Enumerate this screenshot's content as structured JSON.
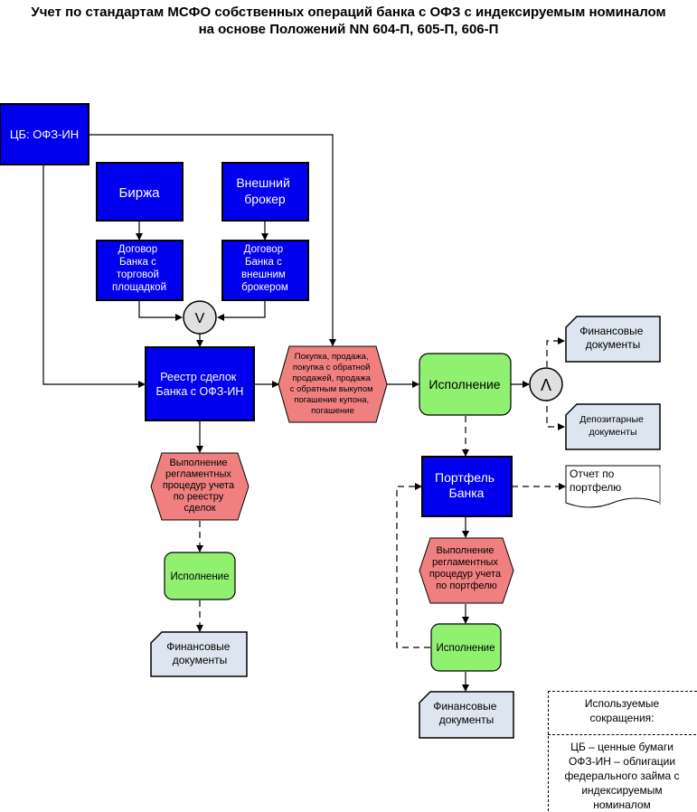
{
  "title": {
    "line1": "Учет по стандартам МСФО собственных операций банка с ОФЗ с индексируемым номиналом",
    "line2": "на основе Положений NN 604-П, 605-П, 606-П"
  },
  "nodes": {
    "cb_ofz": "ЦБ: ОФЗ-ИН",
    "exchange": "Биржа",
    "broker": [
      "Внешний",
      "брокер"
    ],
    "exchange_contract": [
      "Договор",
      "Банка с",
      "торговой",
      "площадкой"
    ],
    "broker_contract": [
      "Договор",
      "Банка с",
      "внешним",
      "брокером"
    ],
    "or_gate": "V",
    "registry": [
      "Реестр сделок",
      "Банка с ОФЗ-ИН"
    ],
    "operations": [
      "Покупка, продажа,",
      "покупка с обратной",
      "продажей, продажа",
      "с обратным выкупом",
      "погашение купона,",
      "погашение"
    ],
    "execution_main": "Исполнение",
    "and_gate": "Λ",
    "fin_docs_top": [
      "Финансовые",
      "документы"
    ],
    "depo_docs": [
      "Депозитарные",
      "документы"
    ],
    "portfolio": [
      "Портфель",
      "Банка"
    ],
    "portfolio_report": [
      "Отчет по",
      "портфелю"
    ],
    "reg_proc_portfolio": [
      "Выполнение",
      "регламентных",
      "процедур учета",
      "по портфелю"
    ],
    "execution_portfolio": "Исполнение",
    "fin_docs_portfolio": [
      "Финансовые",
      "документы"
    ],
    "reg_proc_registry": [
      "Выполнение",
      "регламентных",
      "процедур учета",
      "по реестру",
      "сделок"
    ],
    "execution_registry": "Исполнение",
    "fin_docs_registry": [
      "Финансовые",
      "документы"
    ]
  },
  "legend": {
    "header": [
      "Используемые",
      "сокращения:"
    ],
    "items": [
      "ЦБ – ценные бумаги",
      "ОФЗ-ИН – облигации",
      "федерального займа с",
      "индексируемым",
      "номиналом"
    ]
  },
  "colors": {
    "blue": "#0000ee",
    "red": "#f08080",
    "green": "#90f070",
    "doc": "#dde6f0"
  }
}
